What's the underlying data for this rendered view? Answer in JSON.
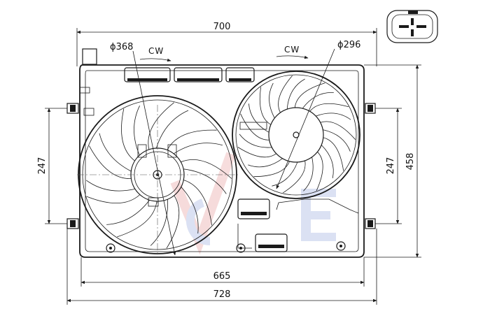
{
  "dimensions": {
    "top_width": "700",
    "inner_width": "665",
    "total_width": "728",
    "height_right": "458",
    "height_mount_left": "247",
    "height_mount_right": "247"
  },
  "fans": {
    "left": {
      "diameter": "ϕ368",
      "rotation": "CW"
    },
    "right": {
      "diameter": "ϕ296",
      "rotation": "CW"
    }
  }
}
